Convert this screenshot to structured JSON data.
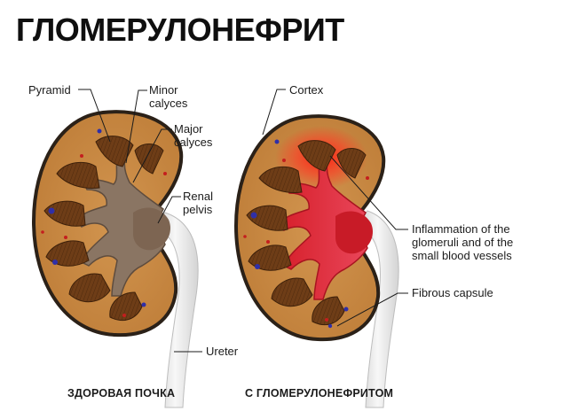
{
  "title": "ГЛОМЕРУЛОНЕФРИТ",
  "labels": {
    "pyramid": "Pyramid",
    "minor_calyces": [
      "Minor",
      "calyces"
    ],
    "major_calyces": [
      "Major",
      "calyces"
    ],
    "renal_pelvis": [
      "Renal",
      "pelvis"
    ],
    "ureter": "Ureter",
    "cortex": "Cortex",
    "inflammation": [
      "Inflammation of the",
      "glomeruli and of the",
      "small blood vessels"
    ],
    "fibrous_capsule": "Fibrous capsule"
  },
  "captions": {
    "healthy": "ЗДОРОВАЯ ПОЧКА",
    "diseased": "С ГЛОМЕРУЛОНЕФРИТОМ"
  },
  "colors": {
    "cortex": "#c98a43",
    "capsule": "#2b2118",
    "pyramid": "#6e3d17",
    "calyx": "#8a7563",
    "ureter": "#e9e9e9",
    "inflammation": "#ff2a1e"
  }
}
